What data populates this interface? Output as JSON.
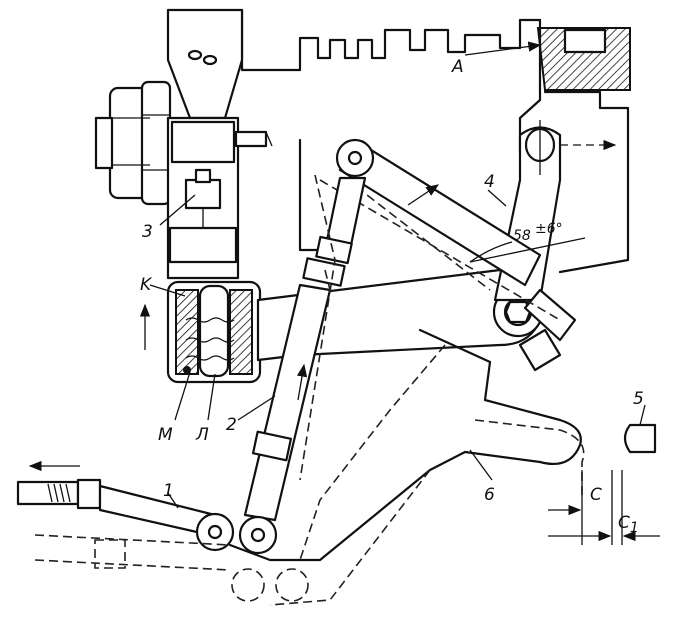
{
  "labels": {
    "A": "A",
    "one": "1",
    "two": "2",
    "three": "3",
    "four": "4",
    "five": "5",
    "six": "6",
    "K": "K",
    "M": "M",
    "L": "Л",
    "angle_value": "58",
    "angle_tol": "±6°",
    "C": "C",
    "C1": "C",
    "C1_sub": "1"
  },
  "colors": {
    "ink": "#111111",
    "paper": "#ffffff"
  }
}
